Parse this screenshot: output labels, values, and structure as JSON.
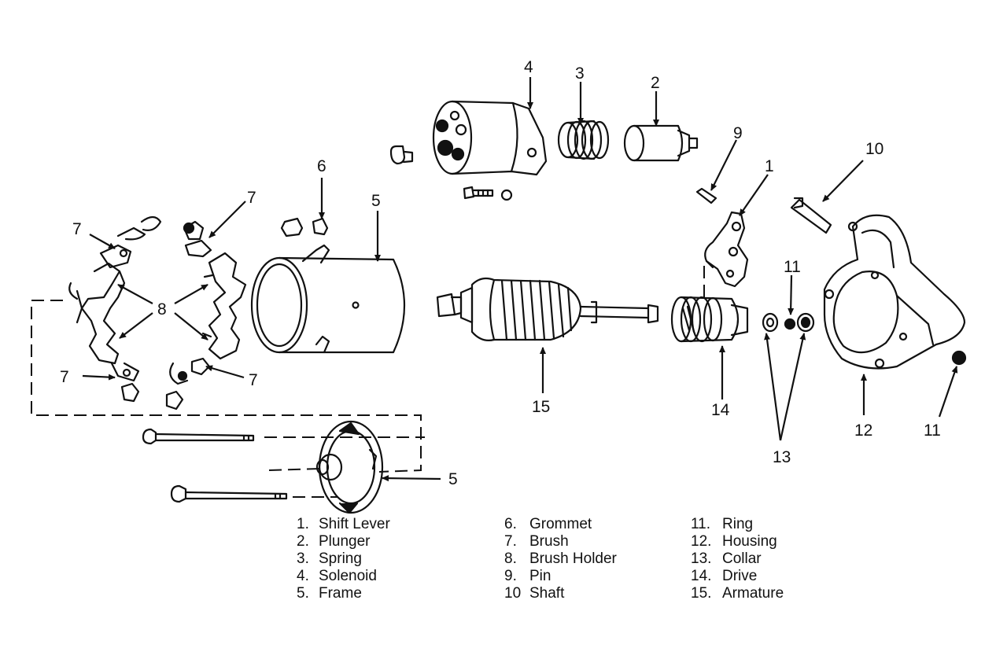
{
  "callouts": {
    "c1": "1",
    "c2": "2",
    "c3": "3",
    "c4": "4",
    "c5a": "5",
    "c5b": "5",
    "c6": "6",
    "c7a": "7",
    "c7b": "7",
    "c7c": "7",
    "c7d": "7",
    "c8": "8",
    "c9": "9",
    "c10": "10",
    "c11a": "11",
    "c11b": "11",
    "c12": "12",
    "c13": "13",
    "c14": "14",
    "c15": "15"
  },
  "legend": [
    [
      {
        "num": "1.",
        "label": "Shift Lever"
      },
      {
        "num": "2.",
        "label": "Plunger"
      },
      {
        "num": "3.",
        "label": "Spring"
      },
      {
        "num": "4.",
        "label": "Solenoid"
      },
      {
        "num": "5.",
        "label": "Frame"
      }
    ],
    [
      {
        "num": "6.",
        "label": "Grommet"
      },
      {
        "num": "7.",
        "label": "Brush"
      },
      {
        "num": "8.",
        "label": "Brush Holder"
      },
      {
        "num": "9.",
        "label": "Pin"
      },
      {
        "num": "10",
        "label": "Shaft"
      }
    ],
    [
      {
        "num": "11.",
        "label": "Ring"
      },
      {
        "num": "12.",
        "label": "Housing"
      },
      {
        "num": "13.",
        "label": "Collar"
      },
      {
        "num": "14.",
        "label": "Drive"
      },
      {
        "num": "15.",
        "label": "Armature"
      }
    ]
  ]
}
